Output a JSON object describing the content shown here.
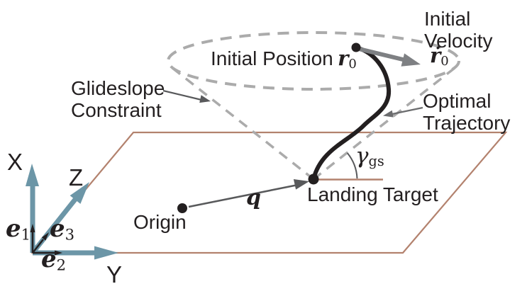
{
  "colors": {
    "ink": "#231F20",
    "axis_teal": "#6C96A7",
    "plane_brown": "#B3826E",
    "cone_dash_gray": "#ABABAB",
    "velocity_arrow_gray": "#7E8083",
    "pointer_arrow_gray": "#58595B",
    "background": "#FFFFFF"
  },
  "labels": {
    "initial_position": {
      "text": "Initial Position",
      "symbol": "r",
      "subscript": "0"
    },
    "initial_velocity": {
      "line1": "Initial",
      "line2": "Velocity",
      "symbol": "ṙ",
      "subscript": "0"
    },
    "glideslope_constraint": {
      "line1": "Glideslope",
      "line2": "Constraint"
    },
    "optimal_trajectory": {
      "line1": "Optimal",
      "line2": "Trajectory"
    },
    "landing_target": {
      "text": "Landing Target"
    },
    "origin": {
      "text": "Origin"
    },
    "glideslope_angle": {
      "symbol": "γ",
      "subscript": "gs"
    },
    "range_vector": {
      "symbol": "q"
    },
    "axes": {
      "x": "X",
      "y": "Y",
      "z": "Z"
    },
    "basis": {
      "e1": {
        "symbol": "e",
        "subscript": "1"
      },
      "e2": {
        "symbol": "e",
        "subscript": "2"
      },
      "e3": {
        "symbol": "e",
        "subscript": "3"
      }
    }
  }
}
